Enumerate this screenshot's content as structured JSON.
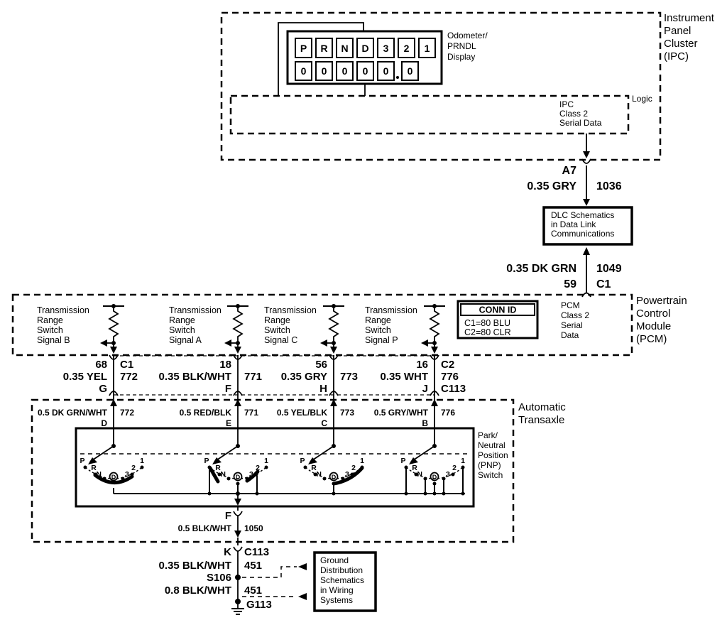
{
  "colors": {
    "ink": "#000000",
    "paper": "#ffffff"
  },
  "ipc": {
    "title_lines": [
      "Instrument",
      "Panel",
      "Cluster",
      "(IPC)"
    ],
    "display": {
      "label_lines": [
        "Odometer/",
        "PRNDL",
        "Display"
      ],
      "gear_cells": [
        "P",
        "R",
        "N",
        "D",
        "3",
        "2",
        "1"
      ],
      "odo_cells": [
        "0",
        "0",
        "0",
        "0",
        "0",
        "0"
      ]
    },
    "logic": {
      "tag": "Logic",
      "lines": [
        "IPC",
        "Class 2",
        "Serial Data"
      ]
    }
  },
  "dlc_link": {
    "pin": "A7",
    "wire": "0.35 GRY",
    "circuit": "1036",
    "box_lines": [
      "DLC Schematics",
      "in Data Link",
      "Communications"
    ],
    "pcm_wire": "0.35 DK GRN",
    "pcm_circuit": "1049",
    "pcm_pin": "59",
    "pcm_conn": "C1"
  },
  "pcm": {
    "title_lines": [
      "Powertrain",
      "Control",
      "Module",
      "(PCM)"
    ],
    "serial_lines": [
      "PCM",
      "Class 2",
      "Serial",
      "Data"
    ],
    "conn_id": {
      "header": "CONN ID",
      "rows": [
        "C1=80 BLU",
        "C2=80 CLR"
      ]
    },
    "signals": [
      {
        "lines": [
          "Transmission",
          "Range",
          "Switch",
          "Signal B"
        ]
      },
      {
        "lines": [
          "Transmission",
          "Range",
          "Switch",
          "Signal A"
        ]
      },
      {
        "lines": [
          "Transmission",
          "Range",
          "Switch",
          "Signal C"
        ]
      },
      {
        "lines": [
          "Transmission",
          "Range",
          "Switch",
          "Signal P"
        ]
      }
    ],
    "wires": [
      {
        "pin": "68",
        "conn": "C1",
        "color": "0.35 YEL",
        "circuit": "772",
        "cavity": "G"
      },
      {
        "pin": "18",
        "color": "0.35 BLK/WHT",
        "circuit": "771",
        "cavity": "F"
      },
      {
        "pin": "56",
        "color": "0.35 GRY",
        "circuit": "773",
        "cavity": "H"
      },
      {
        "pin": "16",
        "conn": "C2",
        "color": "0.35 WHT",
        "circuit": "776",
        "cavity": "J",
        "conn2": "C113"
      }
    ]
  },
  "transaxle": {
    "title_lines": [
      "Automatic",
      "Transaxle"
    ],
    "pnp_lines": [
      "Park/",
      "Neutral",
      "Position",
      "(PNP)",
      "Switch"
    ],
    "positions": [
      "P",
      "R",
      "N",
      "D",
      "3",
      "2",
      "1"
    ],
    "wires": [
      {
        "color": "0.5 DK GRN/WHT",
        "circuit": "772",
        "cavity": "D"
      },
      {
        "color": "0.5 RED/BLK",
        "circuit": "771",
        "cavity": "E"
      },
      {
        "color": "0.5 YEL/BLK",
        "circuit": "773",
        "cavity": "C"
      },
      {
        "color": "0.5 GRY/WHT",
        "circuit": "776",
        "cavity": "B"
      }
    ]
  },
  "ground": {
    "pnp_cavity": "F",
    "wire1": "0.5 BLK/WHT",
    "circuit1": "1050",
    "cavity": "K",
    "conn": "C113",
    "wire2": "0.35 BLK/WHT",
    "circuit2": "451",
    "splice": "S106",
    "wire3": "0.8 BLK/WHT",
    "circuit3": "451",
    "gnd": "G113",
    "ref_lines": [
      "Ground",
      "Distribution",
      "Schematics",
      "in Wiring",
      "Systems"
    ]
  }
}
